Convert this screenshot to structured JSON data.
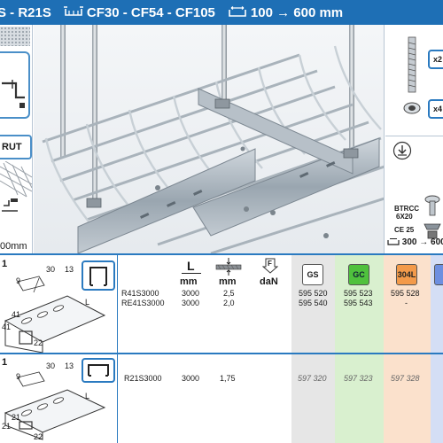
{
  "header": {
    "models": "S - R21S",
    "series": "CF30 - CF54 - CF105",
    "range": "100 → 600 mm"
  },
  "left_panel": {
    "strut_label": "RUT",
    "bottom_text": "00mm"
  },
  "right_panel": {
    "qty_top": "x2",
    "qty_bottom": "x4",
    "fixing_label_1": "BTRCC",
    "fixing_label_2": "6X20",
    "ce_label": "CE 25",
    "range": "300 → 600"
  },
  "table": {
    "headers": {
      "length_symbol": "L",
      "length_unit": "mm",
      "thickness_unit": "mm",
      "load_symbol": "F",
      "load_unit": "daN",
      "finish_gs": "GS",
      "finish_gc": "GC",
      "finish_304l": "304L"
    },
    "rows": [
      {
        "index": "1",
        "dims": {
          "top": "30",
          "right": "13",
          "left": "9",
          "length": "L",
          "h1": "41",
          "h2": "41",
          "bottom": "22"
        },
        "references": [
          "R41S3000",
          "RE41S3000"
        ],
        "lengths": [
          "3000",
          "3000"
        ],
        "thickness": [
          "2,5",
          "2,0"
        ],
        "gs": [
          "595 520",
          "595 540"
        ],
        "gc": [
          "595 523",
          "595 543"
        ],
        "inox": [
          "595 528",
          "-"
        ]
      },
      {
        "index": "1",
        "dims": {
          "top": "30",
          "right": "13",
          "left": "9",
          "length": "L",
          "h1": "21",
          "h2": "21",
          "bottom": "22"
        },
        "references": [
          "R21S3000"
        ],
        "lengths": [
          "3000"
        ],
        "thickness": [
          "1,75"
        ],
        "gs": [
          "597 320"
        ],
        "gc": [
          "597 323"
        ],
        "inox": [
          "597 328"
        ]
      }
    ]
  },
  "colors": {
    "header_blue": "#1e6fb5",
    "gs_column": "#e6e6e6",
    "gc_column": "#d9f0cf",
    "inox_column": "#fbe1cc",
    "badge_gc": "#4fc13d",
    "badge_304l": "#f39a4a"
  }
}
